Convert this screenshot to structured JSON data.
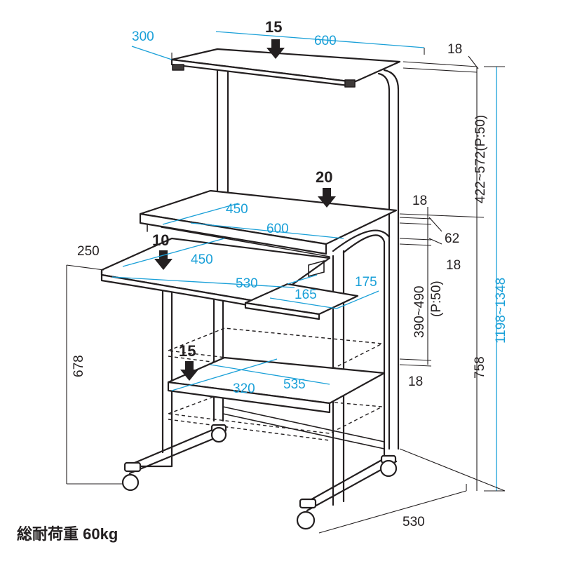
{
  "total_load": {
    "label": "総耐荷重",
    "value": "60kg"
  },
  "loads": {
    "top": "15",
    "middle": "20",
    "keyboard": "10",
    "bottom": "15"
  },
  "dimensions": {
    "top_depth": "300",
    "top_width": "600",
    "top_thickness": "18",
    "top_height_range": "422~572(P:50)",
    "total_height_range": "1198~1348",
    "mid_depth": "450",
    "mid_width": "600",
    "mid_thickness": "18",
    "mid_gap": "62",
    "mid_thickness_2": "18",
    "mid_height_range": "390~490",
    "mid_height_pitch": "(P:50)",
    "bottom_thickness": "18",
    "keyboard_depth": "250",
    "keyboard_inner_depth": "450",
    "keyboard_width": "530",
    "mouse_width": "165",
    "mouse_depth": "175",
    "keyboard_height": "678",
    "bottom_depth": "320",
    "bottom_width": "535",
    "mid_height": "758",
    "base_depth": "530"
  },
  "colors": {
    "dimension_accent": "#1aa0d8",
    "ink": "#231f20"
  }
}
